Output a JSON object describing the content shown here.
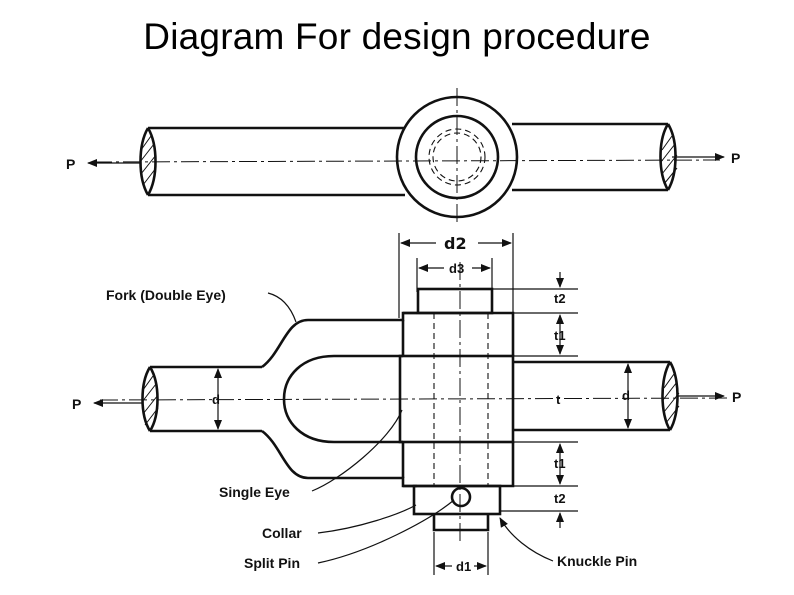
{
  "title": "Diagram For design procedure",
  "labels": {
    "fork": "Fork (Double Eye)",
    "single_eye": "Single Eye",
    "collar": "Collar",
    "split_pin": "Split Pin",
    "knuckle_pin": "Knuckle Pin",
    "load_left_top": "P",
    "load_right_top": "P",
    "load_left": "P",
    "load_right": "P"
  },
  "dimensions": {
    "d2": "d2",
    "d3": "d3",
    "t2_top": "t2",
    "t1_top": "t1",
    "t": "t",
    "t1_bottom": "t1",
    "t2_bottom": "t2",
    "d_left": "d",
    "d_right": "d",
    "d1": "d1"
  }
}
